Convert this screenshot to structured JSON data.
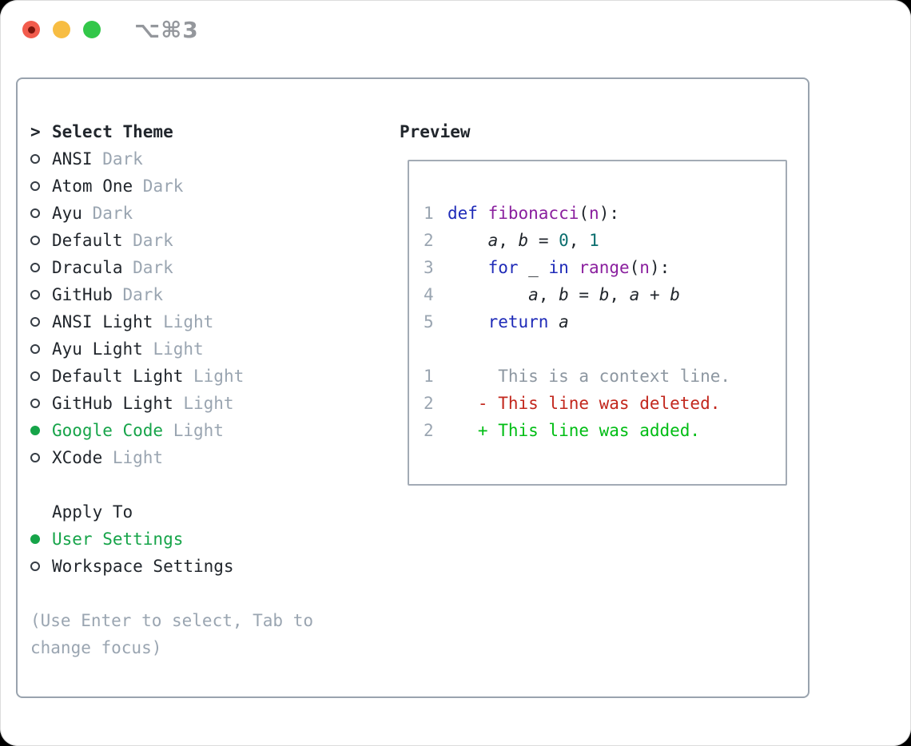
{
  "window": {
    "title": "⌥⌘3"
  },
  "colors": {
    "selection-green": "#16a449",
    "diff-deleted": "#c2271d",
    "diff-added": "#00bd14",
    "diff-context": "#8d97a1",
    "code-keyword": "#1f2bb8",
    "code-function": "#8a1f9e",
    "code-number": "#0b6e6e",
    "code-plain": "#21262c",
    "text-dark": "#21262c",
    "text-muted": "#9aa5b1",
    "line-number": "#9aa5b1",
    "panel-border": "#99a3ae",
    "preview-border": "#a3abb5",
    "window-title": "#94979c",
    "traffic-red": "#f25c4d",
    "traffic-red-dot": "#7c150c",
    "traffic-yellow": "#f7bd43",
    "traffic-green": "#32c749",
    "radio-outline": "#363d45"
  },
  "theme_panel": {
    "header_prefix": ">",
    "header": "Select Theme",
    "items": [
      {
        "name": "ANSI",
        "tag": "Dark",
        "selected": false
      },
      {
        "name": "Atom One",
        "tag": "Dark",
        "selected": false
      },
      {
        "name": "Ayu",
        "tag": "Dark",
        "selected": false
      },
      {
        "name": "Default",
        "tag": "Dark",
        "selected": false
      },
      {
        "name": "Dracula",
        "tag": "Dark",
        "selected": false
      },
      {
        "name": "GitHub",
        "tag": "Dark",
        "selected": false
      },
      {
        "name": "ANSI Light",
        "tag": "Light",
        "selected": false
      },
      {
        "name": "Ayu Light",
        "tag": "Light",
        "selected": false
      },
      {
        "name": "Default Light",
        "tag": "Light",
        "selected": false
      },
      {
        "name": "GitHub Light",
        "tag": "Light",
        "selected": false
      },
      {
        "name": "Google Code",
        "tag": "Light",
        "selected": true
      },
      {
        "name": "XCode",
        "tag": "Light",
        "selected": false
      }
    ],
    "apply_header": "Apply To",
    "apply_options": [
      {
        "name": "User Settings",
        "selected": true
      },
      {
        "name": "Workspace Settings",
        "selected": false
      }
    ],
    "help": "(Use Enter to select, Tab to change focus)"
  },
  "preview": {
    "header": "Preview",
    "code_lines": [
      {
        "num": "1",
        "tokens": [
          {
            "t": "def ",
            "c": "kw"
          },
          {
            "t": "fibonacci",
            "c": "fn"
          },
          {
            "t": "(",
            "c": "pl"
          },
          {
            "t": "n",
            "c": "fn"
          },
          {
            "t": "):",
            "c": "pl"
          }
        ]
      },
      {
        "num": "2",
        "tokens": [
          {
            "t": "    ",
            "c": "pl"
          },
          {
            "t": "a",
            "c": "var"
          },
          {
            "t": ", ",
            "c": "pl"
          },
          {
            "t": "b",
            "c": "var"
          },
          {
            "t": " = ",
            "c": "pl"
          },
          {
            "t": "0",
            "c": "num"
          },
          {
            "t": ", ",
            "c": "pl"
          },
          {
            "t": "1",
            "c": "num"
          }
        ]
      },
      {
        "num": "3",
        "tokens": [
          {
            "t": "    ",
            "c": "pl"
          },
          {
            "t": "for",
            "c": "kw"
          },
          {
            "t": " _ ",
            "c": "pl"
          },
          {
            "t": "in",
            "c": "kw"
          },
          {
            "t": " ",
            "c": "pl"
          },
          {
            "t": "range",
            "c": "fn"
          },
          {
            "t": "(",
            "c": "pl"
          },
          {
            "t": "n",
            "c": "fn"
          },
          {
            "t": "):",
            "c": "pl"
          }
        ]
      },
      {
        "num": "4",
        "tokens": [
          {
            "t": "        ",
            "c": "pl"
          },
          {
            "t": "a",
            "c": "var"
          },
          {
            "t": ", ",
            "c": "pl"
          },
          {
            "t": "b",
            "c": "var"
          },
          {
            "t": " = ",
            "c": "pl"
          },
          {
            "t": "b",
            "c": "var"
          },
          {
            "t": ", ",
            "c": "pl"
          },
          {
            "t": "a",
            "c": "var"
          },
          {
            "t": " + ",
            "c": "pl"
          },
          {
            "t": "b",
            "c": "var"
          }
        ]
      },
      {
        "num": "5",
        "tokens": [
          {
            "t": "    ",
            "c": "pl"
          },
          {
            "t": "return",
            "c": "kw"
          },
          {
            "t": " ",
            "c": "pl"
          },
          {
            "t": "a",
            "c": "var"
          }
        ]
      }
    ],
    "diff_lines": [
      {
        "num": "1",
        "type": "context",
        "content": "     This is a context line."
      },
      {
        "num": "2",
        "type": "deleted",
        "content": "   - This line was deleted."
      },
      {
        "num": "2",
        "type": "added",
        "content": "   + This line was added."
      }
    ]
  }
}
